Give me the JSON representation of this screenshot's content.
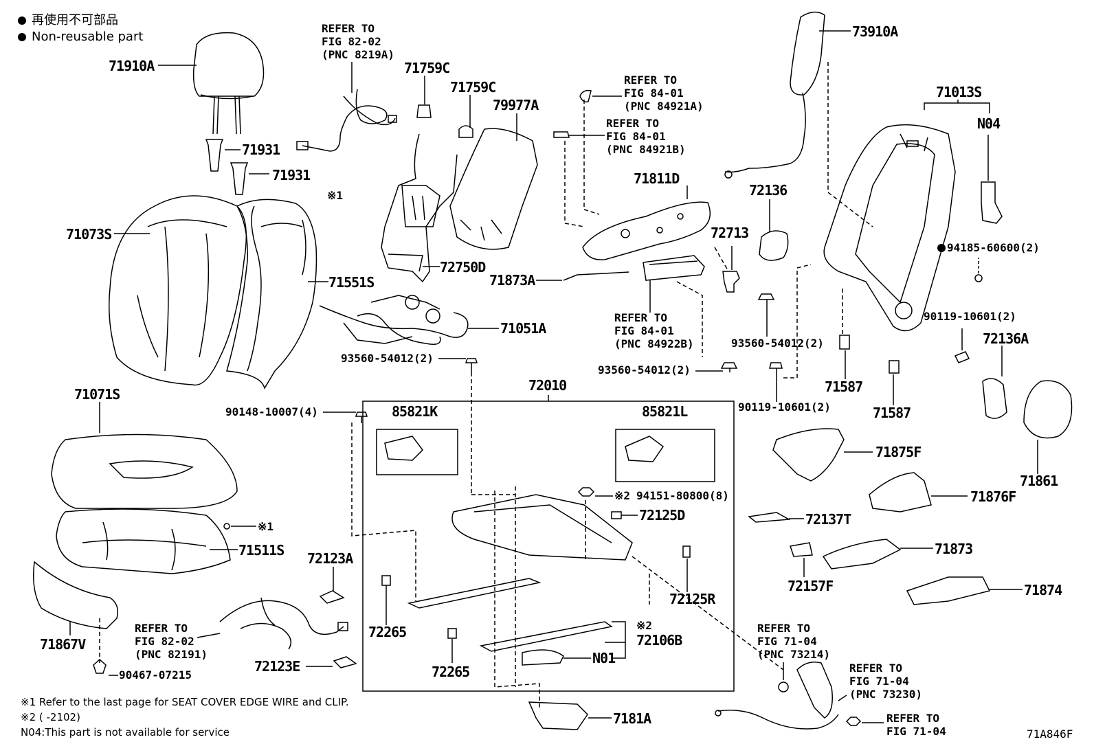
{
  "legend": {
    "line1": "再使用不可部品",
    "line2": "Non-reusable part"
  },
  "labels": {
    "p71910A": "71910A",
    "p71931a": "71931",
    "p71931b": "71931",
    "p71073S": "71073S",
    "p71551S": "71551S",
    "p71071S": "71071S",
    "p71511S": "71511S",
    "p71867V": "71867V",
    "p90467": "90467-07215",
    "p72123A": "72123A",
    "p72123E": "72123E",
    "p71759C_a": "71759C",
    "p71759C_b": "71759C",
    "p79977A": "79977A",
    "p72750D": "72750D",
    "p71051A": "71051A",
    "p93560_a": "93560-54012(2)",
    "p72010": "72010",
    "p90148": "90148-10007(4)",
    "p85821K": "85821K",
    "p85821L": "85821L",
    "p94151": "94151-80800(8)",
    "p72125D": "72125D",
    "p72125R": "72125R",
    "p72265_a": "72265",
    "p72265_b": "72265",
    "p72106B": "72106B",
    "pN01": "N01",
    "p7181A": "7181A",
    "p71811D": "71811D",
    "p71873A": "71873A",
    "p72713": "72713",
    "p72136": "72136",
    "p93560_b": "93560-54012(2)",
    "p93560_c": "93560-54012(2)",
    "p90119_a": "90119-10601(2)",
    "p73910A": "73910A",
    "p71013S": "71013S",
    "pN04": "N04",
    "p94185": "94185-60600(2)",
    "p90119_b": "90119-10601(2)",
    "p72136A": "72136A",
    "p71587_a": "71587",
    "p71587_b": "71587",
    "p71861": "71861",
    "p71875F": "71875F",
    "p71876F": "71876F",
    "p72137T": "72137T",
    "p71873": "71873",
    "p72157F": "72157F",
    "p71874": "71874",
    "mark1a": "※1",
    "mark1b": "※1",
    "mark2a": "※2",
    "mark2b": "※2"
  },
  "refs": {
    "r8219A": [
      "REFER TO",
      "FIG 82-02",
      "(PNC 8219A)"
    ],
    "r84921A": [
      "REFER TO",
      "FIG 84-01",
      "(PNC 84921A)"
    ],
    "r84921B": [
      "REFER TO",
      "FIG 84-01",
      "(PNC 84921B)"
    ],
    "r84922B": [
      "REFER TO",
      "FIG 84-01",
      "(PNC 84922B)"
    ],
    "r82191": [
      "REFER TO",
      "FIG 82-02",
      "(PNC 82191)"
    ],
    "r73214": [
      "REFER TO",
      "FIG 71-04",
      "(PNC 73214)"
    ],
    "r73230": [
      "REFER TO",
      "FIG 71-04",
      "(PNC 73230)"
    ],
    "r7104": [
      "REFER TO",
      "FIG 71-04"
    ]
  },
  "notes": {
    "n1": "※1 Refer to the last page for SEAT COVER EDGE WIRE and CLIP.",
    "n2": "※2 (      -2102)",
    "n3": "N04:This part is not available for service"
  },
  "figure_id": "71A846F"
}
